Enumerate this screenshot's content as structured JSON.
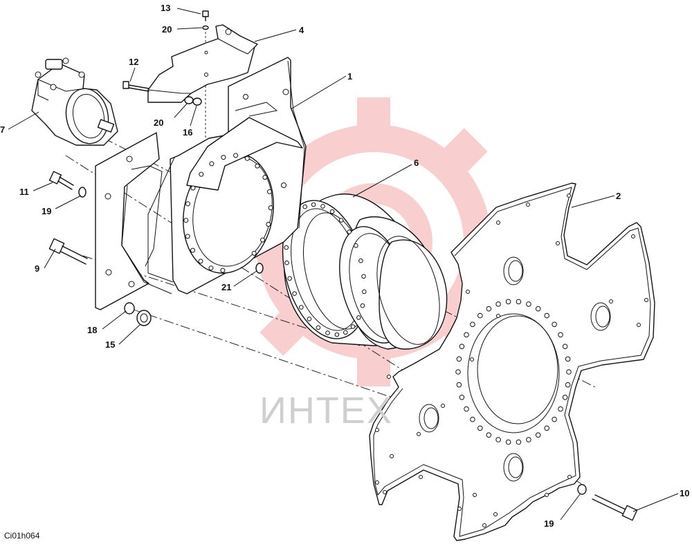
{
  "drawing_code": "Ci01h064",
  "watermark_text": "ИНТЕХ",
  "watermark_color": "#f3a7a7",
  "line_color": "#111111",
  "callouts": [
    {
      "id": "c13",
      "label": "13"
    },
    {
      "id": "c20a",
      "label": "20"
    },
    {
      "id": "c4",
      "label": "4"
    },
    {
      "id": "c12",
      "label": "12"
    },
    {
      "id": "c1",
      "label": "1"
    },
    {
      "id": "c7",
      "label": "7"
    },
    {
      "id": "c20b",
      "label": "20"
    },
    {
      "id": "c16",
      "label": "16"
    },
    {
      "id": "c6",
      "label": "6"
    },
    {
      "id": "c11",
      "label": "11"
    },
    {
      "id": "c2",
      "label": "2"
    },
    {
      "id": "c19a",
      "label": "19"
    },
    {
      "id": "c9",
      "label": "9"
    },
    {
      "id": "c21",
      "label": "21"
    },
    {
      "id": "c18",
      "label": "18"
    },
    {
      "id": "c15",
      "label": "15"
    },
    {
      "id": "c10",
      "label": "10"
    },
    {
      "id": "c19b",
      "label": "19"
    }
  ]
}
